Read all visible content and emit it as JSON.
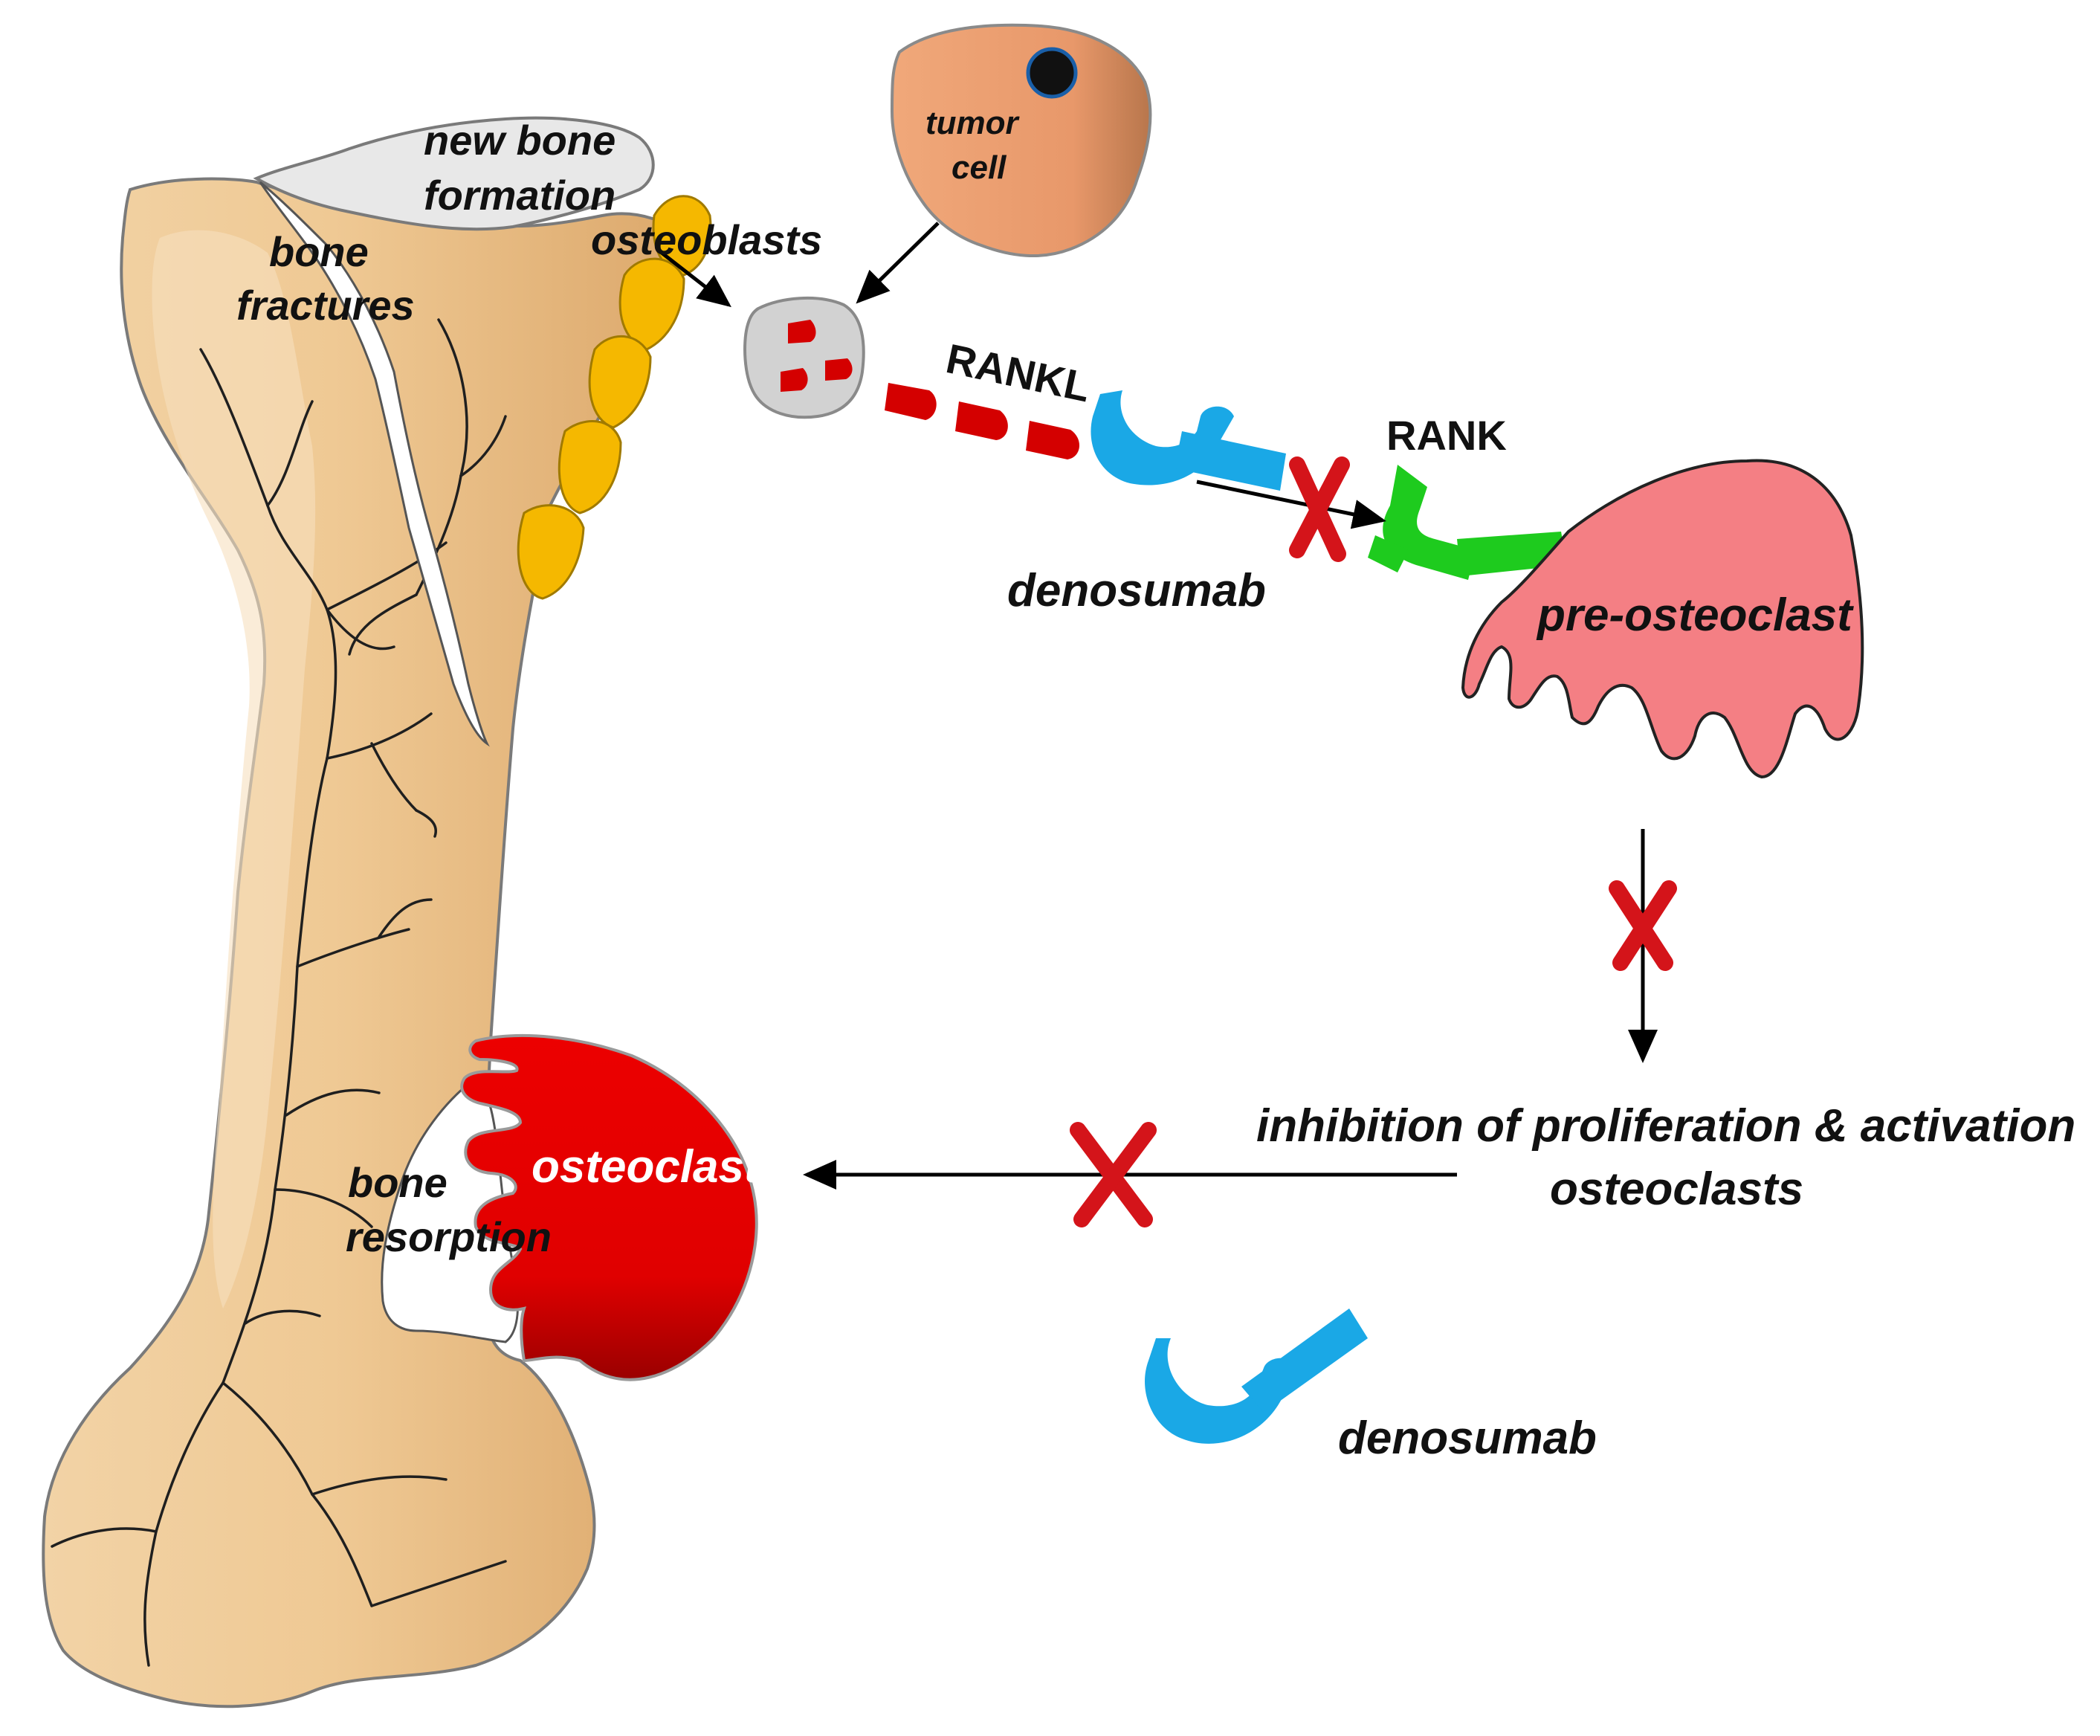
{
  "labels": {
    "new_bone_formation_line1": "new bone",
    "new_bone_formation_line2": "formation",
    "bone_fractures_line1": "bone",
    "bone_fractures_line2": "fractures",
    "osteoblasts": "osteoblasts",
    "tumor_cell_line1": "tumor",
    "tumor_cell_line2": "cell",
    "rankl": "RANKL",
    "rank": "RANK",
    "denosumab_top": "denosumab",
    "pre_osteoclast": "pre-osteoclast",
    "inhibition_line1": "inhibition of proliferation & activation",
    "inhibition_line2": "osteoclasts",
    "osteoclast": "osteoclast",
    "bone_resorption_line1": "bone",
    "bone_resorption_line2": "resorption",
    "denosumab_bottom": "denosumab"
  },
  "colors": {
    "bone_fill": "#efc994",
    "bone_outline": "#7a7a7a",
    "new_bone": "#e8e8e8",
    "osteoblast": "#f5b800",
    "tumor_cell": "#e89a6a",
    "rankl": "#d40000",
    "denosumab": "#1aa8e6",
    "rank": "#1ecb1e",
    "pre_osteoclast": "#f47f84",
    "osteoclast": "#e40000",
    "inhibit_x": "#d4141a"
  }
}
